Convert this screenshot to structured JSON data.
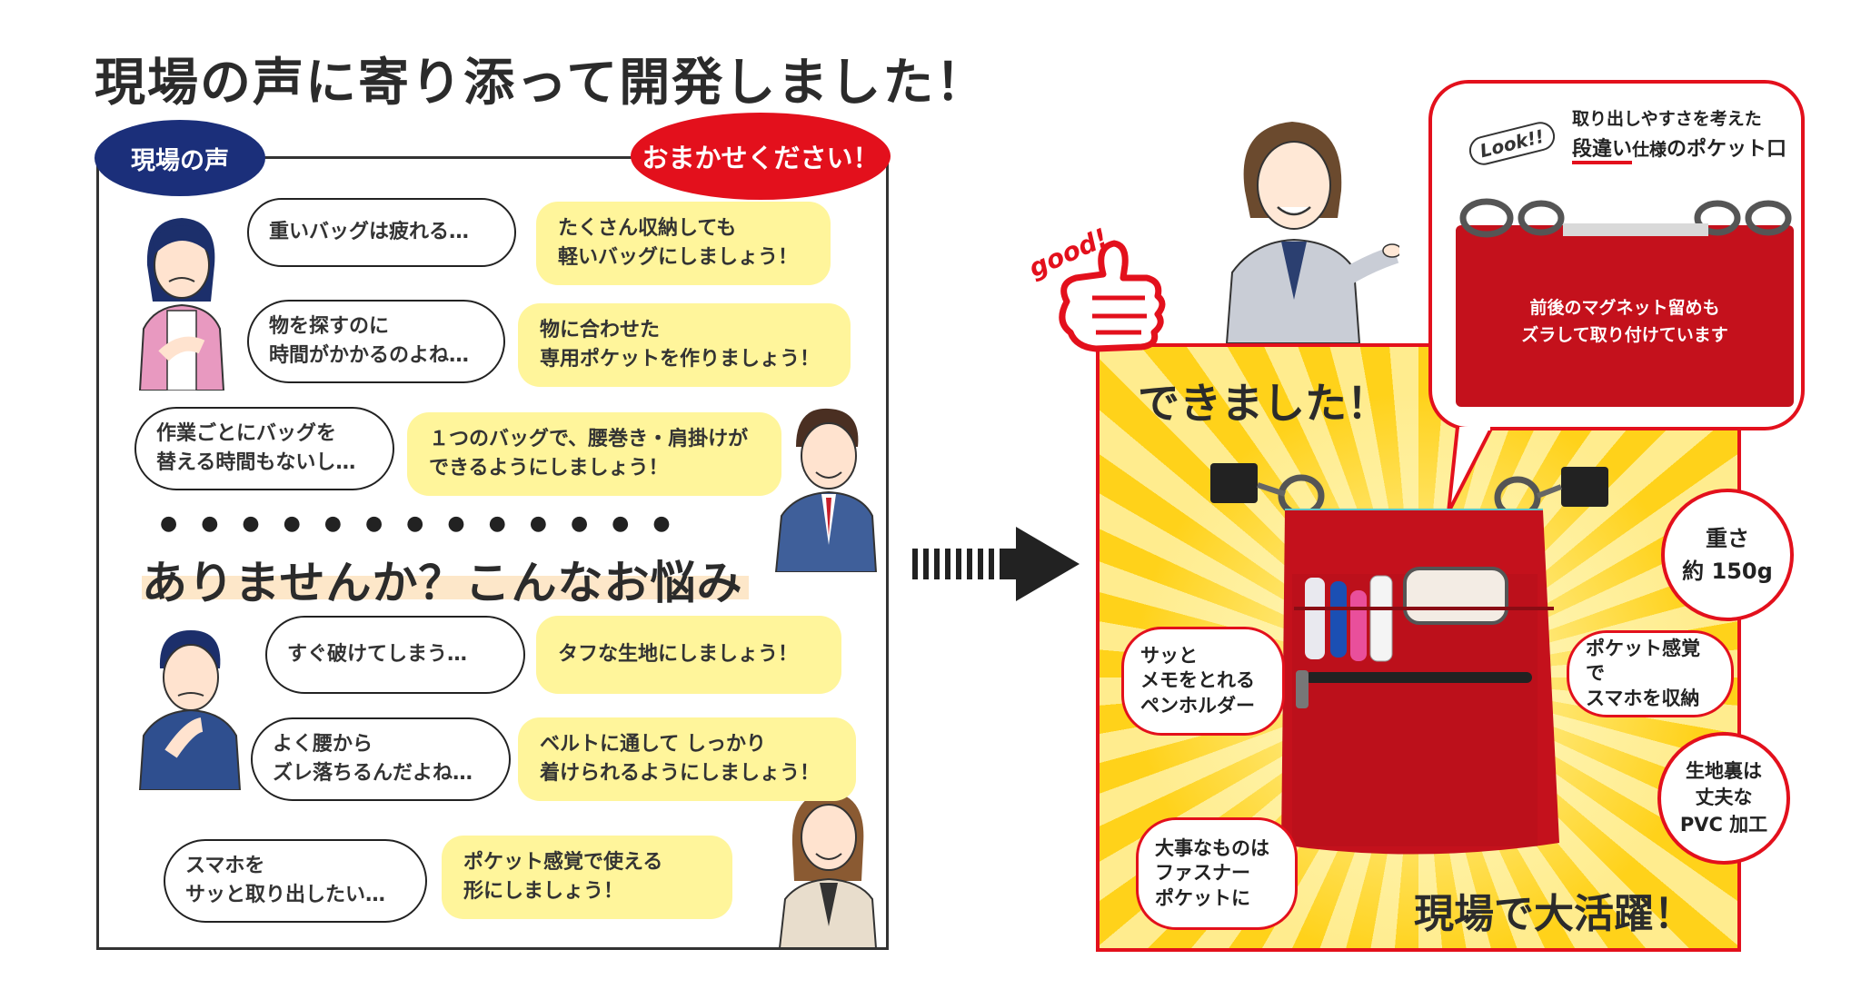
{
  "headline": "現場の声に寄り添って開発しました！",
  "left": {
    "tag_voice": "現場の声",
    "tag_leave_it": "おまかせください！",
    "worries": [
      {
        "voice": "重いバッグは疲れる…",
        "answer": "たくさん収納しても\n軽いバッグにしましょう！"
      },
      {
        "voice": "物を探すのに\n時間がかかるのよね…",
        "answer": "物に合わせた\n専用ポケットを作りましょう！"
      },
      {
        "voice": "作業ごとにバッグを\n替える時間もないし…",
        "answer": "１つのバッグで、腰巻き・肩掛けが\nできるようにしましょう！"
      },
      {
        "voice": "すぐ破けてしまう…",
        "answer": "タフな生地にしましょう！"
      },
      {
        "voice": "よく腰から\nズレ落ちるんだよね…",
        "answer": "ベルトに通して しっかり\n着けられるようにしましょう！"
      },
      {
        "voice": "スマホを\nサッと取り出したい…",
        "answer": "ポケット感覚で使える\n形にしましょう！"
      }
    ],
    "worry_dots": "●●●●●●●●●●●●●",
    "worry_title": "ありませんか？こんなお悩み"
  },
  "right": {
    "good_badge": "good!",
    "done_title": "できました！",
    "active_title": "現場で大活躍！",
    "zoom": {
      "look_badge": "Look!!",
      "desc": "取り出しやすさを考えた",
      "em_underlined": "段違い",
      "em_small": "仕様",
      "em_rest": "のポケット口",
      "note": "前後のマグネット留めも\nズラして取り付けています"
    },
    "callouts": {
      "weight": "重さ\n約 150g",
      "pen": "サッと\nメモをとれる\nペンホルダー",
      "phone": "ポケット感覚で\nスマホを収納",
      "pvc": "生地裏は\n丈夫な\nPVC 加工",
      "zipper": "大事なものは\nファスナー\nポケットに"
    }
  },
  "colors": {
    "red": "#e3101c",
    "navy": "#1b2f7a",
    "yellow": "#fff59b",
    "bag": "#c4111c"
  },
  "icons": [
    "thumbs-up-icon",
    "arrow-right-icon"
  ]
}
